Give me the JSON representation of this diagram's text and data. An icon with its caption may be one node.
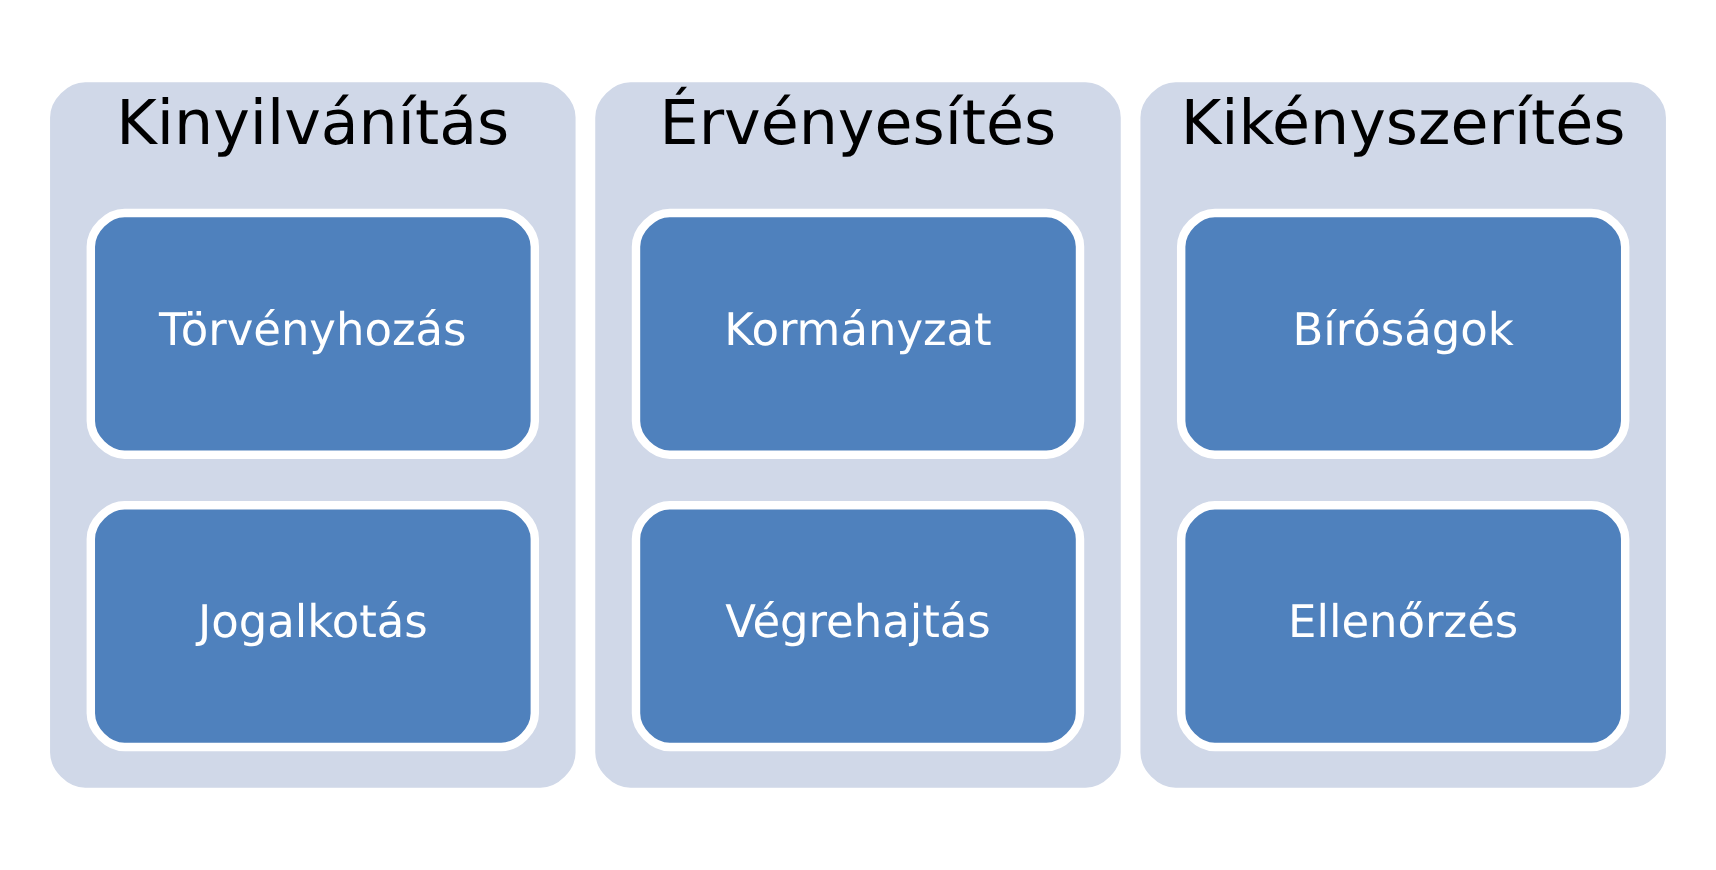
{
  "diagram": {
    "nodes": [
      {
        "text": [
          "Kinyilvánítás"
        ]
      },
      {
        "text": [
          "Törvényhozás"
        ],
        "in": 0
      },
      {
        "text": [
          "Jogalkotás"
        ],
        "in": 0
      },
      {
        "text": [
          "Érvényesítés"
        ]
      },
      {
        "text": [
          "Kormányzat"
        ],
        "in": 3
      },
      {
        "text": [
          "Végrehajtás"
        ],
        "in": 3
      },
      {
        "text": [
          "Kikényszerítés"
        ]
      },
      {
        "text": [
          "Bíróságok"
        ],
        "in": 6
      },
      {
        "text": [
          "Ellenőrzés"
        ],
        "in": 6
      }
    ]
  }
}
